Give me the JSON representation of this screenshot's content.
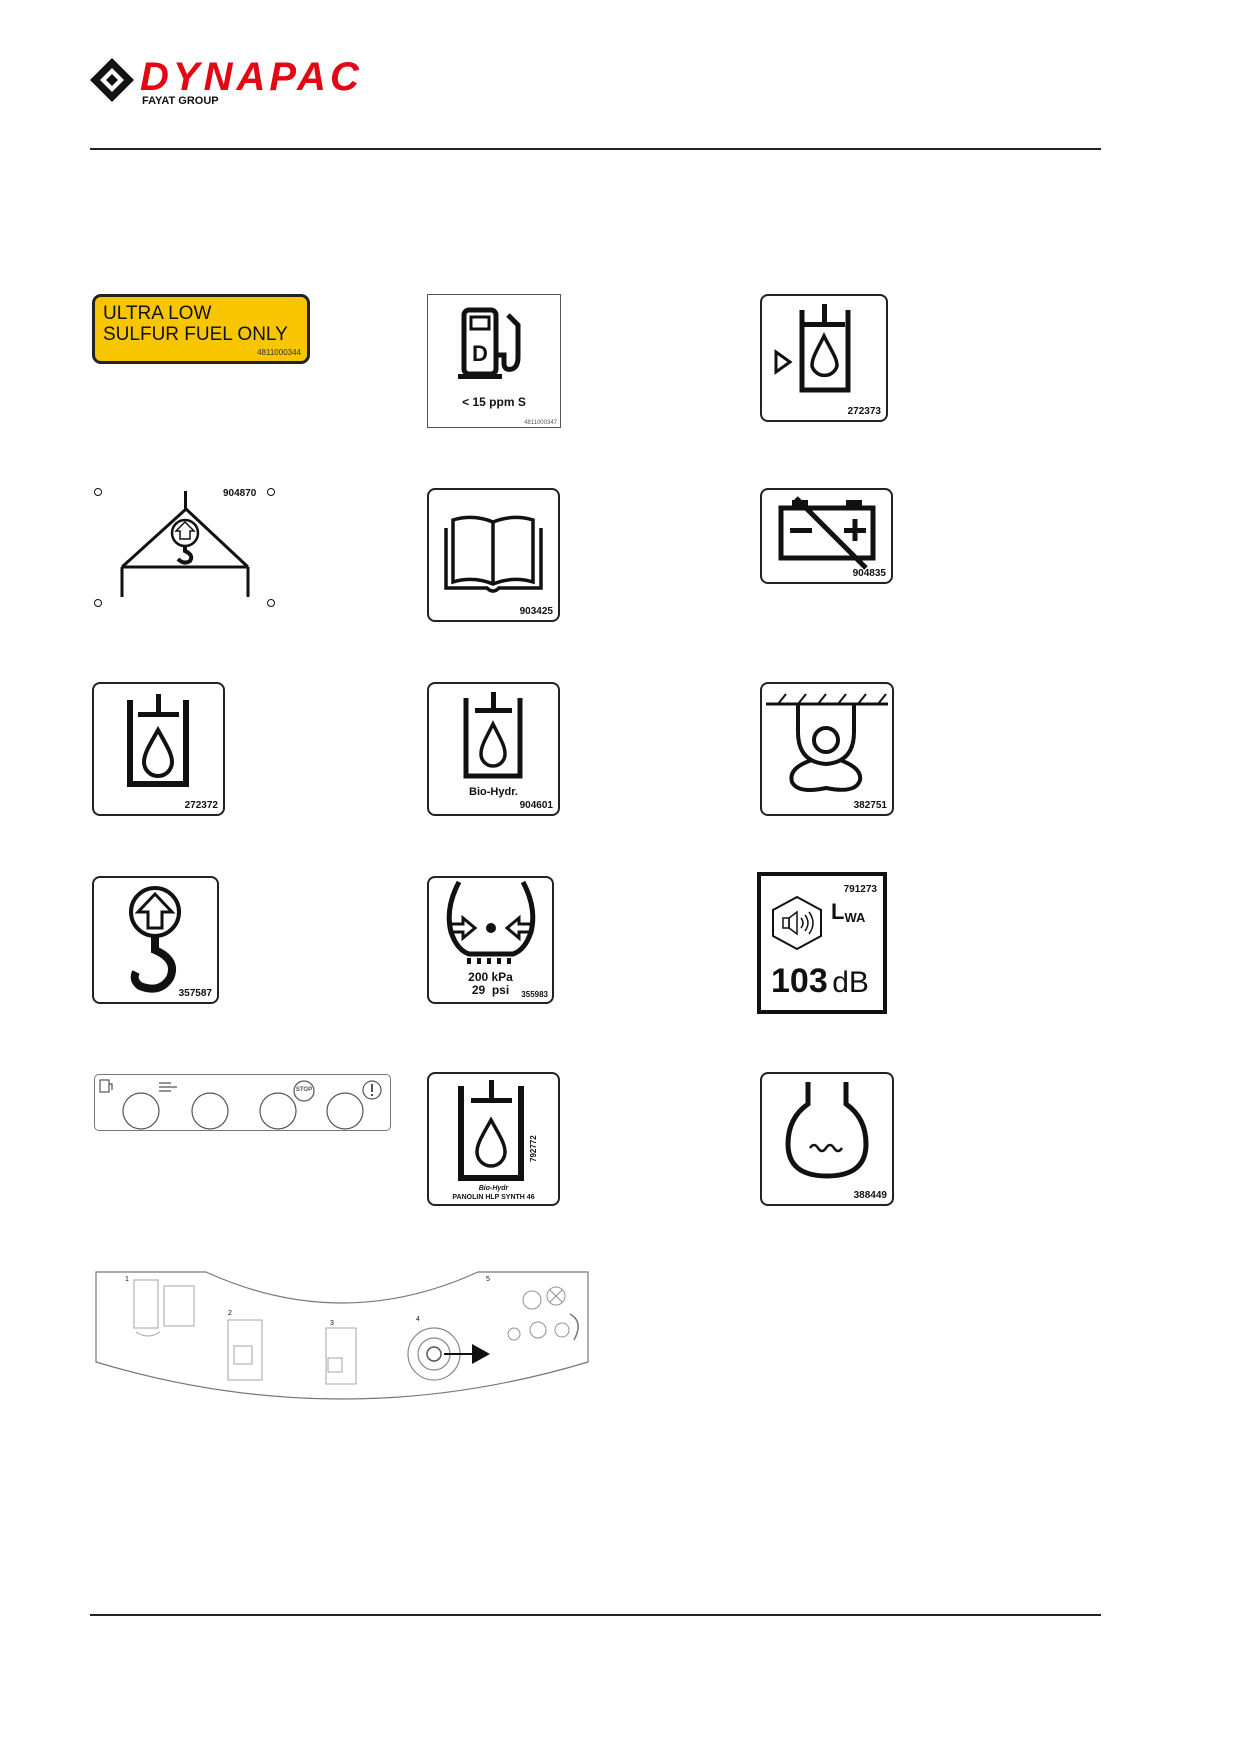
{
  "brand": {
    "name": "DYNAPAC",
    "group": "FAYAT GROUP",
    "color": "#e30613"
  },
  "decals": {
    "fuel_warning": {
      "line1": "ULTRA LOW",
      "line2": "SULFUR FUEL ONLY",
      "code": "4811000344",
      "bg_color": "#f7c600"
    },
    "diesel_pump": {
      "text": "< 15 ppm S",
      "code": "4811000347"
    },
    "hydraulic_level": {
      "code": "272373"
    },
    "lifting_points": {
      "code": "904870"
    },
    "manual": {
      "code": "903425"
    },
    "battery": {
      "code": "904835"
    },
    "hydraulic_oil": {
      "code": "272372"
    },
    "bio_hydraulic": {
      "text": "Bio-Hydr.",
      "code": "904601"
    },
    "tie_down": {
      "code": "382751"
    },
    "lifting_hook": {
      "code": "357587"
    },
    "tyre_pressure": {
      "line1": "200 kPa",
      "line2": "29  psi",
      "code": "355983"
    },
    "sound_power": {
      "code": "791273",
      "symbol": "L",
      "subscript": "WA",
      "value": "103",
      "unit": "dB"
    },
    "control_panel": {
      "stop_text": "STOP"
    },
    "panolin": {
      "line1": "Bio-Hydr",
      "line2": "PANOLIN HLP SYNTH 46",
      "code": "792772"
    },
    "coolant": {
      "code": "388449"
    },
    "start_instructions": {
      "steps": [
        "1",
        "2",
        "3",
        "4",
        "5"
      ]
    }
  }
}
